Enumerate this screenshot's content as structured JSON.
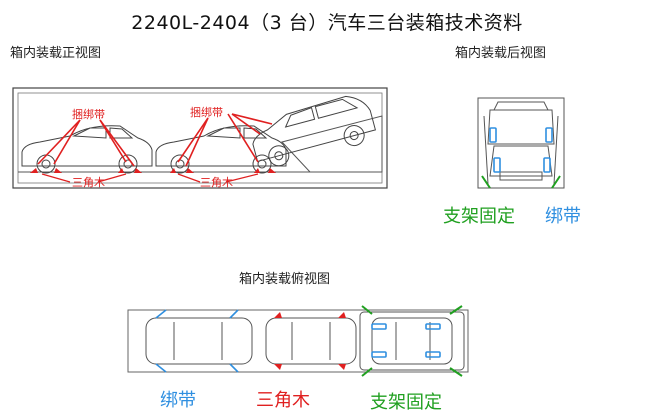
{
  "document": {
    "title": "2240L-2404（3 台）汽车三台装箱技术资料"
  },
  "front_view": {
    "caption": "箱内装载正视图",
    "strap_label_1": "捆绑带",
    "strap_label_2": "捆绑带",
    "chock_label_1": "三角木",
    "chock_label_2": "三角木"
  },
  "rear_view": {
    "caption": "箱内装载后视图",
    "legend_bracket": "支架固定",
    "legend_strap": "绑带"
  },
  "top_view": {
    "caption": "箱内装载俯视图",
    "legend_strap": "绑带",
    "legend_chock": "三角木",
    "legend_bracket": "支架固定"
  },
  "colors": {
    "strap": "#2f8fe0",
    "chock": "#e02020",
    "bracket": "#20a020",
    "line": "#444444"
  }
}
